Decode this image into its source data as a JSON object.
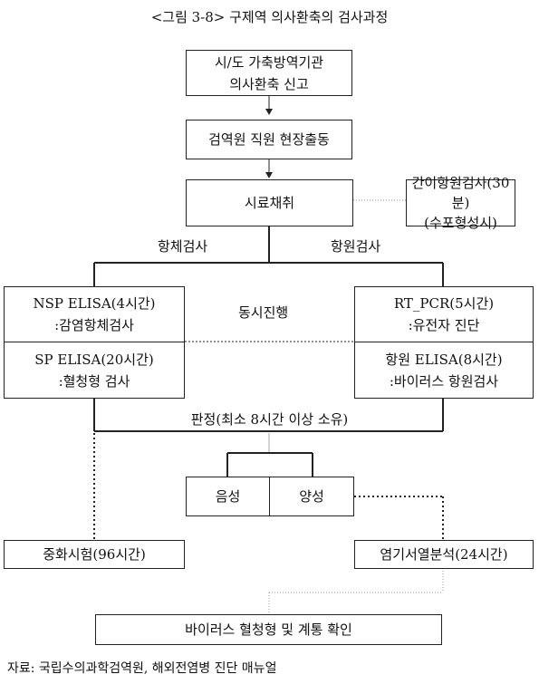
{
  "title": "<그림 3-8> 구제역 의사환축의 검사과정",
  "nodes": {
    "report": [
      "시/도 가축방역기관",
      "의사환축 신고"
    ],
    "dispatch": "검역원 직원 현장출동",
    "sampling": "시료채취",
    "rapid_test": [
      "간이항원검사(30분)",
      "(수포형성시)"
    ],
    "nsp_elisa": [
      "NSP ELISA(4시간)",
      ":감염항체검사"
    ],
    "sp_elisa": [
      "SP ELISA(20시간)",
      ":혈청형 검사"
    ],
    "rt_pcr": [
      "RT_PCR(5시간)",
      ":유전자 진단"
    ],
    "antigen_elisa": [
      "항원 ELISA(8시간)",
      ":바이러스 항원검사"
    ],
    "negative": "음성",
    "positive": "양성",
    "neutralization": "중화시험(96시간)",
    "sequencing": "염기서열분석(24시간)",
    "final": "바이러스 혈청형 및 계통 확인"
  },
  "labels": {
    "antibody_test": "항체검사",
    "antigen_test": "항원검사",
    "simultaneous": "동시진행",
    "judgment": "판정(최소 8시간 이상 소유)"
  },
  "source": "자료: 국립수의과학검역원, 해외전염병 진단 매뉴얼"
}
